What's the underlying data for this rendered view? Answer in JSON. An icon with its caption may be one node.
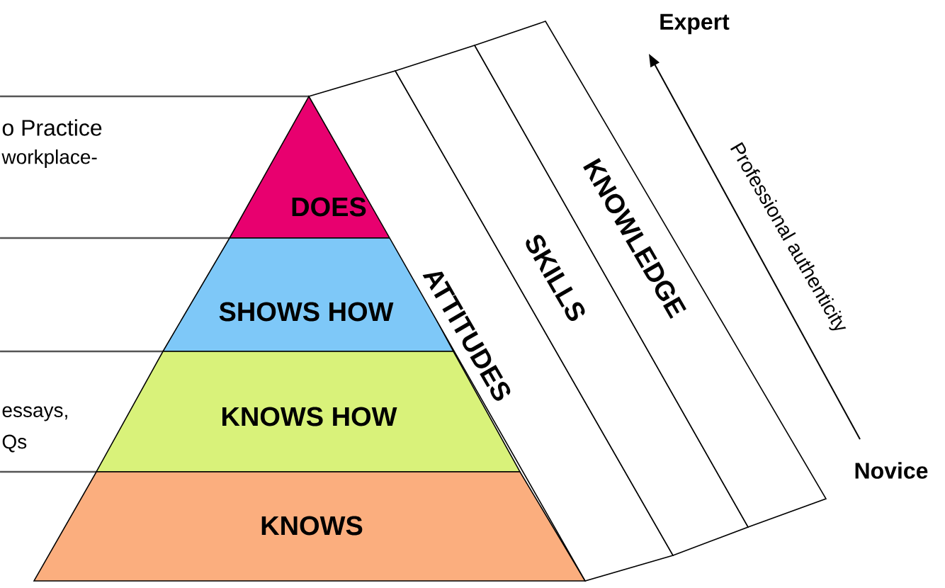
{
  "diagram": {
    "nodes": [
      {
        "text": [
          "DOES"
        ]
      },
      {
        "text": [
          "SHOWS HOW"
        ]
      },
      {
        "text": [
          "KNOWS HOW"
        ]
      },
      {
        "text": [
          "KNOWS"
        ]
      },
      {
        "text": [
          "ATTITUDES"
        ]
      },
      {
        "text": [
          "SKILLS"
        ]
      },
      {
        "text": [
          "KNOWLEDGE"
        ]
      }
    ],
    "labels": [
      "Expert",
      "o Practice",
      "workplace-",
      "Professional authenticity",
      "essays,",
      "Qs",
      "Novice"
    ]
  }
}
